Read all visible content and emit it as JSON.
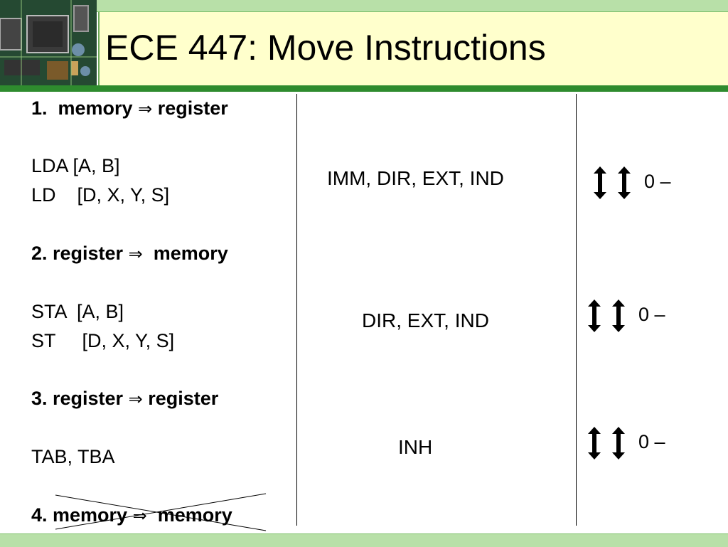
{
  "slide": {
    "title": "ECE 447: Move Instructions"
  },
  "left": {
    "h1": "1.  memory ",
    "h1_target": "register",
    "lda": "LDA [A, B]",
    "ld": "LD    [D, X, Y, S]",
    "h2": "2. register ",
    "h2_target": "memory",
    "sta": "STA  [A, B]",
    "st": "ST     [D, X, Y, S]",
    "h3": "3. register ",
    "h3_target": "register",
    "tab": "TAB, TBA",
    "h4": "4. memory ",
    "h4_target": "memory",
    "implies": "⇒"
  },
  "middle": {
    "row1": "IMM, DIR, EXT, IND",
    "row2": "DIR, EXT, IND",
    "row3": "INH"
  },
  "right": {
    "row1": "0 –",
    "row2": "0 –",
    "row3": "0 –"
  },
  "icons": {
    "updown": "up-down-arrow-icon",
    "implies": "implies-icon"
  },
  "colors": {
    "title_band": "#ffffcc",
    "green_line": "#2e8b2e",
    "light_green": "#b8e0a8"
  }
}
